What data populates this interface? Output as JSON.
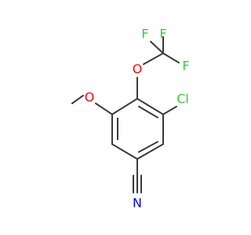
{
  "molecule": {
    "atoms": {
      "F_top": "F",
      "F_left": "F",
      "F_right": "F",
      "O_ocf3": "O",
      "O_ome": "O",
      "Cl": "Cl",
      "N": "N"
    },
    "colors": {
      "bond": "#3a3a3a",
      "F": "#33cc33",
      "O": "#ff0000",
      "Cl": "#33cc33",
      "N": "#0000ff"
    }
  }
}
